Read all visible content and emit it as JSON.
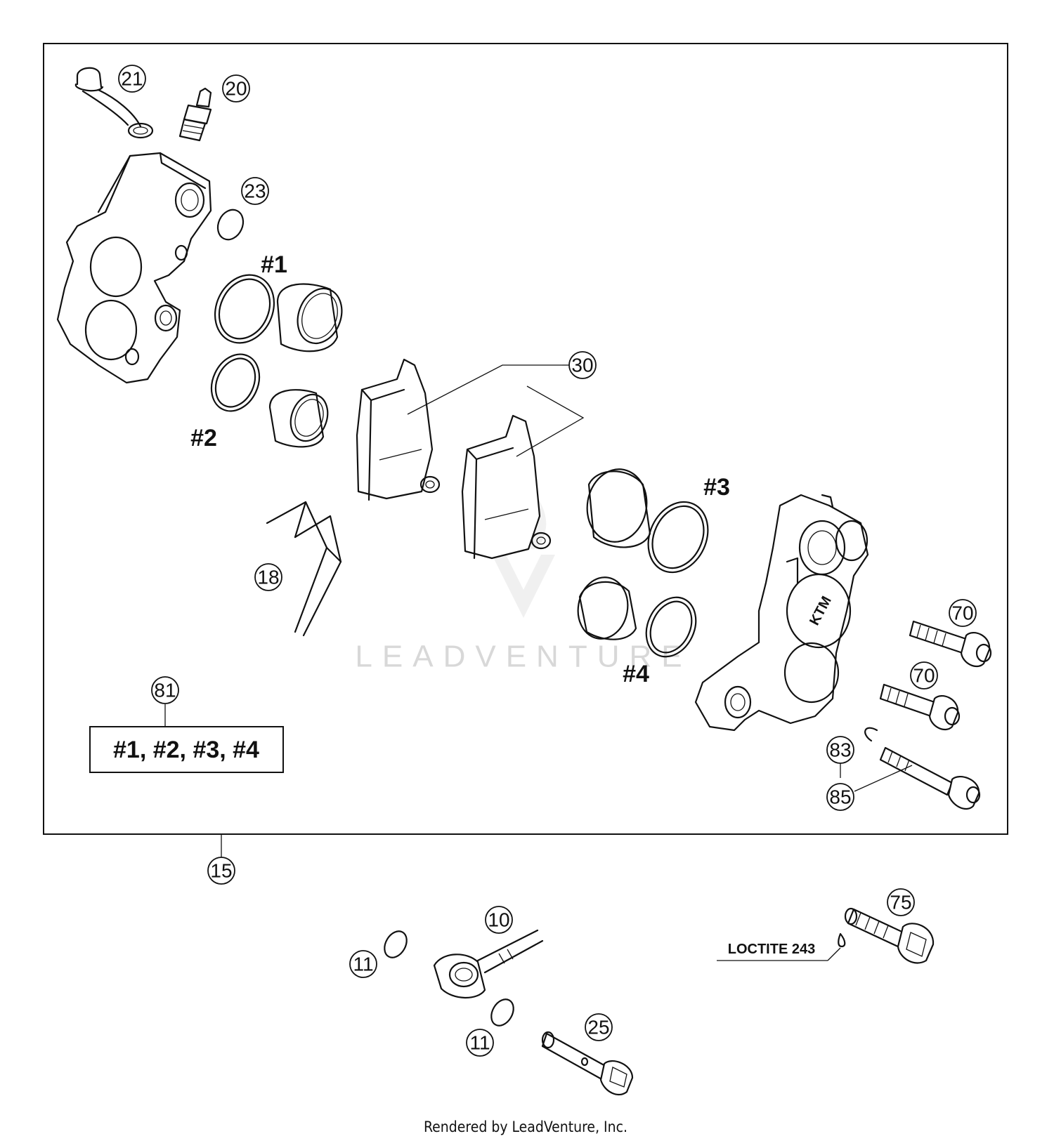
{
  "callouts": {
    "c21": "21",
    "c20": "20",
    "c23": "23",
    "c30": "30",
    "c18": "18",
    "c81": "81",
    "c70a": "70",
    "c70b": "70",
    "c83": "83",
    "c85": "85",
    "c15": "15",
    "c10": "10",
    "c11a": "11",
    "c11b": "11",
    "c25": "25",
    "c75": "75"
  },
  "group_labels": {
    "g1": "#1",
    "g2": "#2",
    "g3": "#3",
    "g4": "#4"
  },
  "kit_contents": "#1, #2, #3, #4",
  "threadlocker_note": "LOCTITE 243",
  "caliper_logo": "KTM",
  "watermark": "LEADVENTURE",
  "credit": "Rendered by LeadVenture, Inc."
}
